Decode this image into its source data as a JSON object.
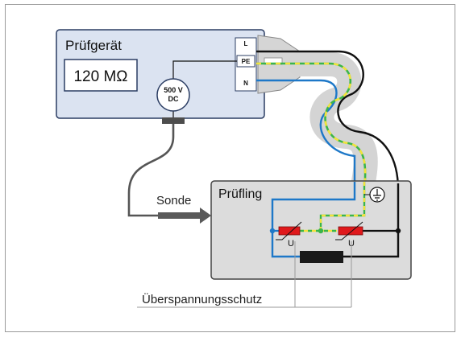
{
  "pruefgeraet": {
    "title": "Prüfgerät",
    "display_value": "120 MΩ",
    "source_line1": "500 V",
    "source_line2": "DC",
    "socket_labels": {
      "l": "L",
      "pe": "PE",
      "n": "N"
    }
  },
  "pruefling": {
    "title": "Prüfling",
    "varistor_symbol_left": "U",
    "varistor_symbol_right": "U"
  },
  "sonde_label": "Sonde",
  "ueberspannungsschutz_label": "Überspannungsschutz",
  "icons": {
    "earth": "ground-icon",
    "varistor": "varistor-icon",
    "arrow": "arrow-right-icon"
  },
  "colors": {
    "device_fill": "#dbe3f1",
    "device_stroke": "#2b3d63",
    "dut_fill": "#dcdcdc",
    "dut_stroke": "#454545",
    "wire_phase": "#111111",
    "wire_neutral": "#1e78c8",
    "wire_pe_green": "#3bb54a",
    "wire_pe_yellow": "#f2e33b",
    "varistor_red": "#e0191c",
    "probe_cable": "#555555"
  }
}
